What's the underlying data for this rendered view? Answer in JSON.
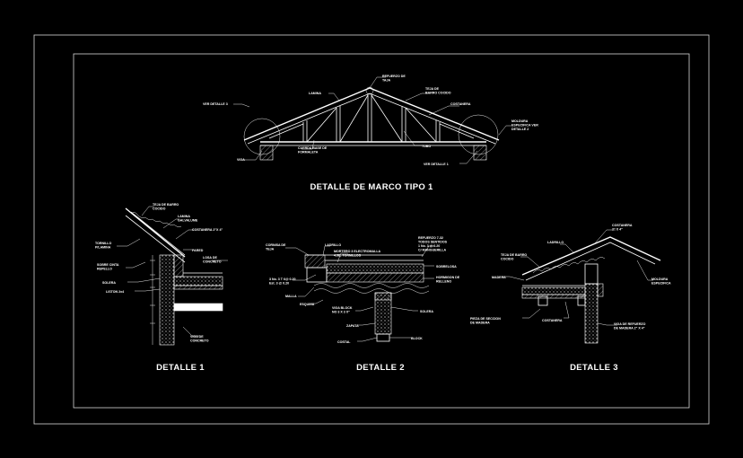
{
  "titles": {
    "marco": "DETALLE DE MARCO TIPO 1",
    "d1": "DETALLE 1",
    "d2": "DETALLE 2",
    "d3": "DETALLE 3"
  },
  "truss_labels": {
    "ver_d3": "VER DETALLE 3",
    "ver_d1": "VER DETALLE 1",
    "lamina": "LAMINA",
    "refuerzo": "REFUERZO DE\nTAJA",
    "teja": "TEJA DE\nBARRO COCIDO",
    "costanera": "COSTANERA",
    "cuerda": "CUERDA BASE DE\nFORMALETA",
    "tubo": "TUBO",
    "viga": "VIGA",
    "moldura": "MOLDURA\nESPECIFICA VER\nDETALLE 2"
  },
  "d1_labels": {
    "teja": "TEJA DE BARRO\nCOCIDO",
    "lamina": "LAMINA\nGALVALUME",
    "costanera": "COSTANERA 2\"X 4\"",
    "tornillo": "TORNILLO\nP/LAMINA",
    "pared": "PARED",
    "sobrecinta": "SOBRE CINTA\nREPELLO",
    "losa": "LOSA DE\nCONCRETO",
    "solera": "SOLERA",
    "liston": "LISTON 2x4",
    "viga": "VIGA DE\nCONCRETO"
  },
  "d2_labels": {
    "cornisa": "CORNISA DE\nTEJA",
    "ladrillo": "LADRILLO",
    "refuerzo": "REFUERZO 7-32\nTODOS SENTIDOS\n1 No. 3 @ 0.20\nC/ MANGUERILLA",
    "sobrelosa": "SOBRELOSA",
    "mortero": "MORTERO 3 ELECTROMALLA\n4.5E, TORNILLOS",
    "varilla": "3 No. 3 T 6@ 0.20\nEst. 3 @ 0.20",
    "malla": "MALLA",
    "hormigon": "HORMIGON DE\nRELLENO",
    "viga": "VIGA BLOCK\nNO 3 X 3 X\"",
    "zapata": "ZAPATA",
    "solera": "SOLERA",
    "costal": "COSTAL",
    "bloque": "BLOCK",
    "esquina": "ESQUINA"
  },
  "d3_labels": {
    "costanera": "COSTANERA\n2\" X 4\"",
    "teja": "TEJA DE BARRO\nCOCIDO",
    "ladrillo": "LADRILLO",
    "madera": "MADERA",
    "moldura": "MOLDURA\nESPECIFICA",
    "pieza": "PIEZA DE SECCION\nDE MADERA",
    "costanera2": "COSTANERA",
    "viga": "VIGA DE REFUERZO\nDE MADERA 2\" X 4\""
  },
  "colors": {
    "background": "#000000",
    "lines": "#ffffff",
    "frame": "#d8d8d8"
  }
}
